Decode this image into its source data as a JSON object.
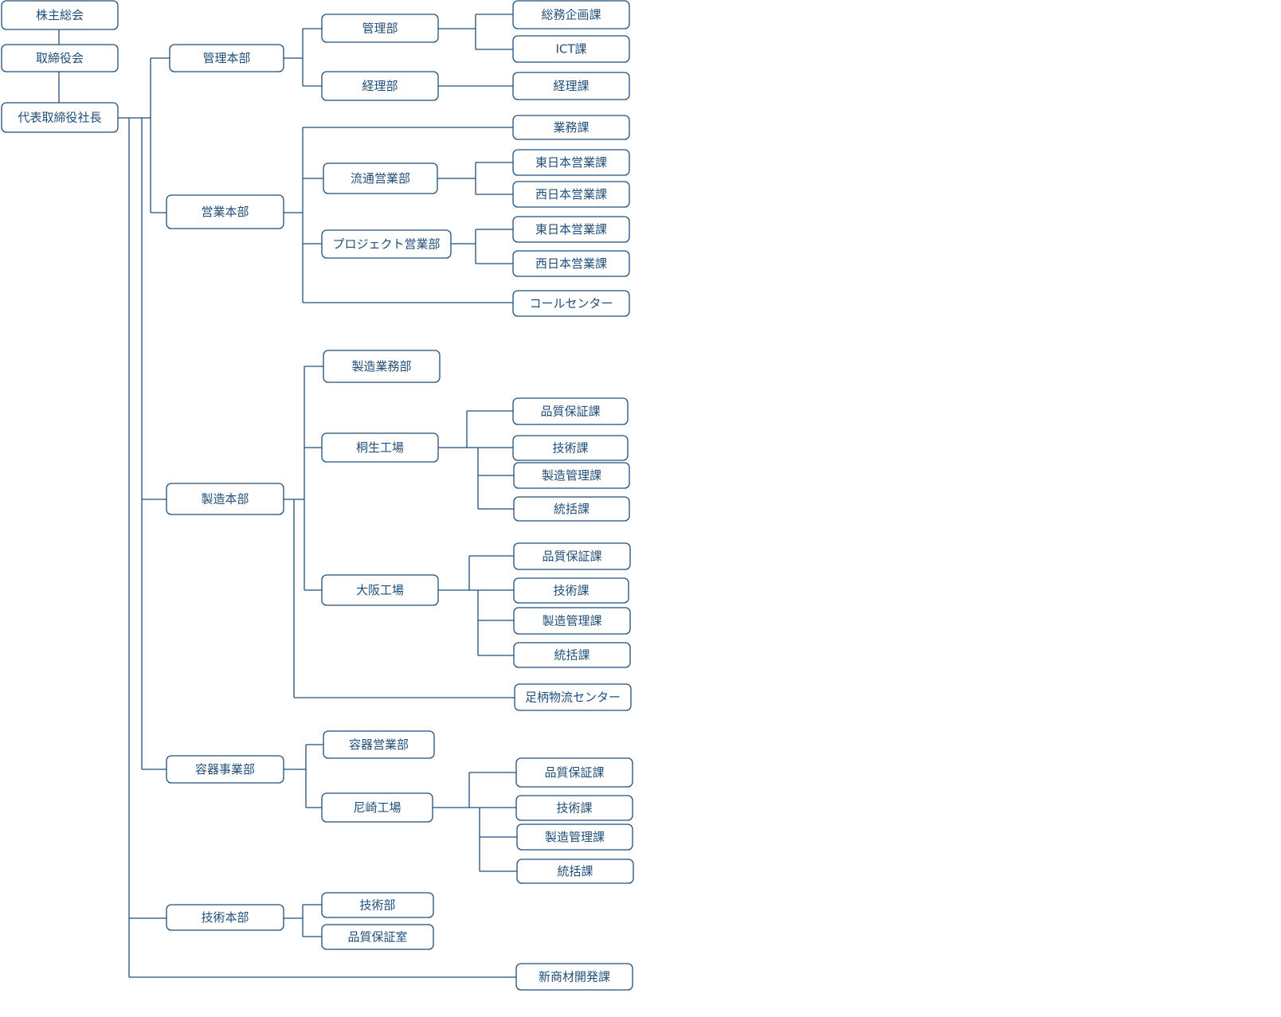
{
  "colors": {
    "line": "#1f4e79",
    "box_border": "#1f4e79",
    "box_fill": "#ffffff",
    "text": "#1f4e79"
  },
  "chart_data": {
    "type": "org-chart",
    "nodes": [
      {
        "id": "shareholders",
        "label": "株主総会"
      },
      {
        "id": "board",
        "label": "取締役会"
      },
      {
        "id": "president",
        "label": "代表取締役社長"
      },
      {
        "id": "admin_hq",
        "label": "管理本部"
      },
      {
        "id": "admin_dept",
        "label": "管理部"
      },
      {
        "id": "general_planning",
        "label": "総務企画課"
      },
      {
        "id": "ict",
        "label": "ICT課"
      },
      {
        "id": "accounting_dept",
        "label": "経理部"
      },
      {
        "id": "accounting_sec",
        "label": "経理課"
      },
      {
        "id": "sales_hq",
        "label": "営業本部"
      },
      {
        "id": "business_sec",
        "label": "業務課"
      },
      {
        "id": "dist_sales",
        "label": "流通営業部"
      },
      {
        "id": "dist_east",
        "label": "東日本営業課"
      },
      {
        "id": "dist_west",
        "label": "西日本営業課"
      },
      {
        "id": "proj_sales",
        "label": "プロジェクト営業部"
      },
      {
        "id": "proj_east",
        "label": "東日本営業課"
      },
      {
        "id": "proj_west",
        "label": "西日本営業課"
      },
      {
        "id": "call_center",
        "label": "コールセンター"
      },
      {
        "id": "mfg_hq",
        "label": "製造本部"
      },
      {
        "id": "mfg_business",
        "label": "製造業務部"
      },
      {
        "id": "kiryu",
        "label": "桐生工場"
      },
      {
        "id": "kiryu_qa",
        "label": "品質保証課"
      },
      {
        "id": "kiryu_tech",
        "label": "技術課"
      },
      {
        "id": "kiryu_mfgmgmt",
        "label": "製造管理課"
      },
      {
        "id": "kiryu_general",
        "label": "統括課"
      },
      {
        "id": "osaka",
        "label": "大阪工場"
      },
      {
        "id": "osaka_qa",
        "label": "品質保証課"
      },
      {
        "id": "osaka_tech",
        "label": "技術課"
      },
      {
        "id": "osaka_mfgmgmt",
        "label": "製造管理課"
      },
      {
        "id": "osaka_general",
        "label": "統括課"
      },
      {
        "id": "ashigara",
        "label": "足柄物流センター"
      },
      {
        "id": "container_div",
        "label": "容器事業部"
      },
      {
        "id": "container_sales",
        "label": "容器営業部"
      },
      {
        "id": "amagasaki",
        "label": "尼崎工場"
      },
      {
        "id": "amagasaki_qa",
        "label": "品質保証課"
      },
      {
        "id": "amagasaki_tech",
        "label": "技術課"
      },
      {
        "id": "amagasaki_mfgmgmt",
        "label": "製造管理課"
      },
      {
        "id": "amagasaki_general",
        "label": "統括課"
      },
      {
        "id": "tech_hq",
        "label": "技術本部"
      },
      {
        "id": "tech_dept",
        "label": "技術部"
      },
      {
        "id": "qa_office",
        "label": "品質保証室"
      },
      {
        "id": "new_material",
        "label": "新商材開発課"
      }
    ],
    "edges": [
      [
        "shareholders",
        "board"
      ],
      [
        "board",
        "president"
      ],
      [
        "president",
        "admin_hq"
      ],
      [
        "president",
        "sales_hq"
      ],
      [
        "president",
        "mfg_hq"
      ],
      [
        "president",
        "container_div"
      ],
      [
        "president",
        "tech_hq"
      ],
      [
        "president",
        "new_material"
      ],
      [
        "admin_hq",
        "admin_dept"
      ],
      [
        "admin_hq",
        "accounting_dept"
      ],
      [
        "admin_dept",
        "general_planning"
      ],
      [
        "admin_dept",
        "ict"
      ],
      [
        "accounting_dept",
        "accounting_sec"
      ],
      [
        "sales_hq",
        "business_sec"
      ],
      [
        "sales_hq",
        "dist_sales"
      ],
      [
        "sales_hq",
        "proj_sales"
      ],
      [
        "sales_hq",
        "call_center"
      ],
      [
        "dist_sales",
        "dist_east"
      ],
      [
        "dist_sales",
        "dist_west"
      ],
      [
        "proj_sales",
        "proj_east"
      ],
      [
        "proj_sales",
        "proj_west"
      ],
      [
        "mfg_hq",
        "mfg_business"
      ],
      [
        "mfg_hq",
        "kiryu"
      ],
      [
        "mfg_hq",
        "osaka"
      ],
      [
        "mfg_hq",
        "ashigara"
      ],
      [
        "kiryu",
        "kiryu_qa"
      ],
      [
        "kiryu",
        "kiryu_tech"
      ],
      [
        "kiryu",
        "kiryu_mfgmgmt"
      ],
      [
        "kiryu",
        "kiryu_general"
      ],
      [
        "osaka",
        "osaka_qa"
      ],
      [
        "osaka",
        "osaka_tech"
      ],
      [
        "osaka",
        "osaka_mfgmgmt"
      ],
      [
        "osaka",
        "osaka_general"
      ],
      [
        "container_div",
        "container_sales"
      ],
      [
        "container_div",
        "amagasaki"
      ],
      [
        "amagasaki",
        "amagasaki_qa"
      ],
      [
        "amagasaki",
        "amagasaki_tech"
      ],
      [
        "amagasaki",
        "amagasaki_mfgmgmt"
      ],
      [
        "amagasaki",
        "amagasaki_general"
      ],
      [
        "tech_hq",
        "tech_dept"
      ],
      [
        "tech_hq",
        "qa_office"
      ]
    ]
  }
}
